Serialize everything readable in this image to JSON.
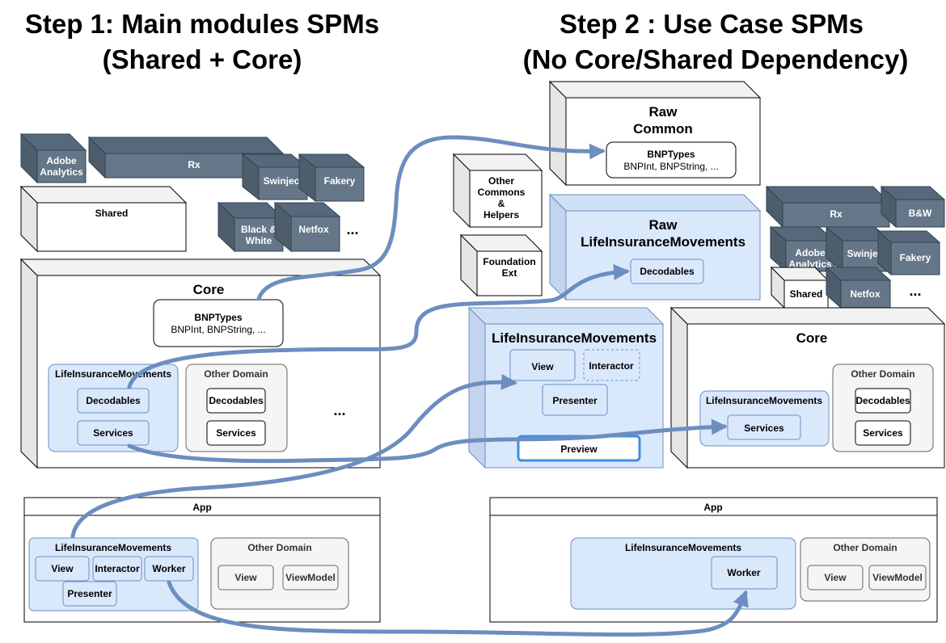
{
  "step1": {
    "line1": "Step 1: Main modules SPMs",
    "line2": "(Shared + Core)"
  },
  "step2": {
    "line1": "Step 2 : Use Case SPMs",
    "line2": "(No Core/Shared Dependency)"
  },
  "left": {
    "adobe": [
      "Adobe",
      "Analytics"
    ],
    "rx": "Rx",
    "swinject": "Swinject",
    "fakery": "Fakery",
    "shared": "Shared",
    "blackwhite": [
      "Black &",
      "White"
    ],
    "netfox": "Netfox",
    "ellipsis_libs": "...",
    "core": "Core",
    "bnptypes": {
      "title": "BNPTypes",
      "sub": "BNPInt, BNPString, ..."
    },
    "lim": {
      "title": "LifeInsuranceMovements",
      "decodables": "Decodables",
      "services": "Services"
    },
    "other": {
      "title": "Other Domain",
      "decodables": "Decodables",
      "services": "Services"
    },
    "ellipsis_core": "...",
    "app": {
      "title": "App",
      "lim": {
        "title": "LifeInsuranceMovements",
        "view": "View",
        "interactor": "Interactor",
        "worker": "Worker",
        "presenter": "Presenter"
      },
      "other": {
        "title": "Other  Domain",
        "view": "View",
        "viewmodel": "ViewModel"
      }
    }
  },
  "right": {
    "raw_common": [
      "Raw",
      "Common"
    ],
    "bnptypes": {
      "title": "BNPTypes",
      "sub": "BNPInt, BNPString, ..."
    },
    "other_commons": [
      "Other",
      "Commons",
      "&",
      "Helpers"
    ],
    "raw_lim": [
      "Raw",
      "LifeInsuranceMovements"
    ],
    "decodables": "Decodables",
    "foundation": [
      "Foundation",
      "Ext"
    ],
    "lim_module": {
      "title": "LifeInsuranceMovements",
      "view": "View",
      "interactor": "Interactor",
      "presenter": "Presenter",
      "preview": "Preview"
    },
    "rx": "Rx",
    "bw": "B&W",
    "adobe": [
      "Adobe",
      "Analytics"
    ],
    "swinject": "Swinject",
    "fakery": "Fakery",
    "shared": "Shared",
    "netfox": "Netfox",
    "ellipsis_libs": "...",
    "core": "Core",
    "lim": {
      "title": "LifeInsuranceMovements",
      "services": "Services"
    },
    "other": {
      "title": "Other Domain",
      "decodables": "Decodables",
      "services": "Services"
    },
    "app": {
      "title": "App",
      "lim": {
        "title": "LifeInsuranceMovements",
        "worker": "Worker"
      },
      "other": {
        "title": "Other  Domain",
        "view": "View",
        "viewmodel": "ViewModel"
      }
    }
  },
  "colors": {
    "lib_front": "#647687",
    "lib_side": "#4e5d6c",
    "blue_fill": "#dae8fc",
    "blue_stroke": "#6c8ebf",
    "arrow": "#6c8ebf",
    "preview_stroke": "#3d8fe0"
  }
}
